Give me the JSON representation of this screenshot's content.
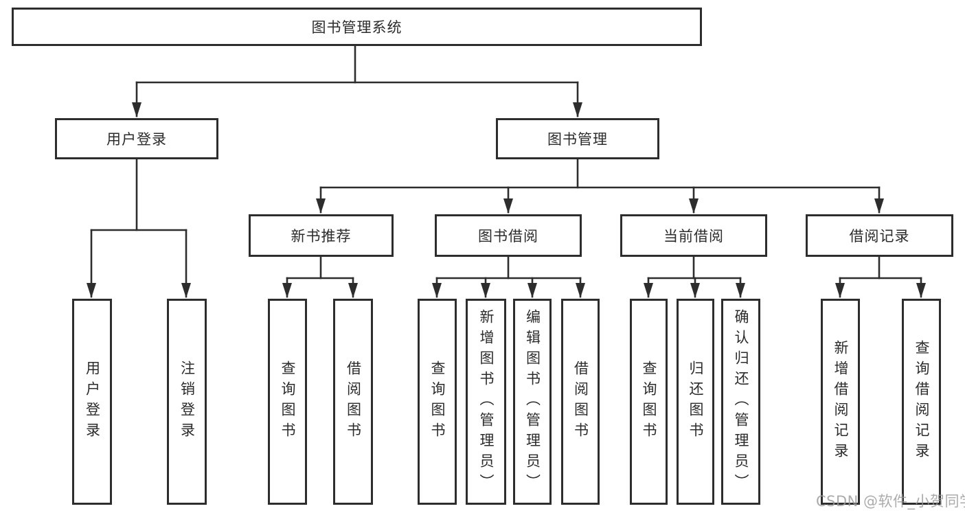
{
  "diagram": {
    "root": {
      "label": "图书管理系统"
    },
    "branches": [
      {
        "label": "用户登录",
        "children": [
          {
            "label": "用户登录"
          },
          {
            "label": "注销登录"
          }
        ]
      },
      {
        "label": "图书管理",
        "children": [
          {
            "label": "新书推荐",
            "children": [
              {
                "label": "查询图书"
              },
              {
                "label": "借阅图书"
              }
            ]
          },
          {
            "label": "图书借阅",
            "children": [
              {
                "label": "查询图书"
              },
              {
                "label": "新增图书（管理员）"
              },
              {
                "label": "编辑图书（管理员）"
              },
              {
                "label": "借阅图书"
              }
            ]
          },
          {
            "label": "当前借阅",
            "children": [
              {
                "label": "查询图书"
              },
              {
                "label": "归还图书"
              },
              {
                "label": "确认归还（管理员）"
              }
            ]
          },
          {
            "label": "借阅记录",
            "children": [
              {
                "label": "新增借阅记录"
              },
              {
                "label": "查询借阅记录"
              }
            ]
          }
        ]
      }
    ]
  },
  "watermark": {
    "text": "CSDN @软件_小贺同学"
  },
  "colors": {
    "line": "#2d2d2d",
    "text": "#2b2b2b",
    "box_background": "#ffffff",
    "watermark": "#989898"
  }
}
